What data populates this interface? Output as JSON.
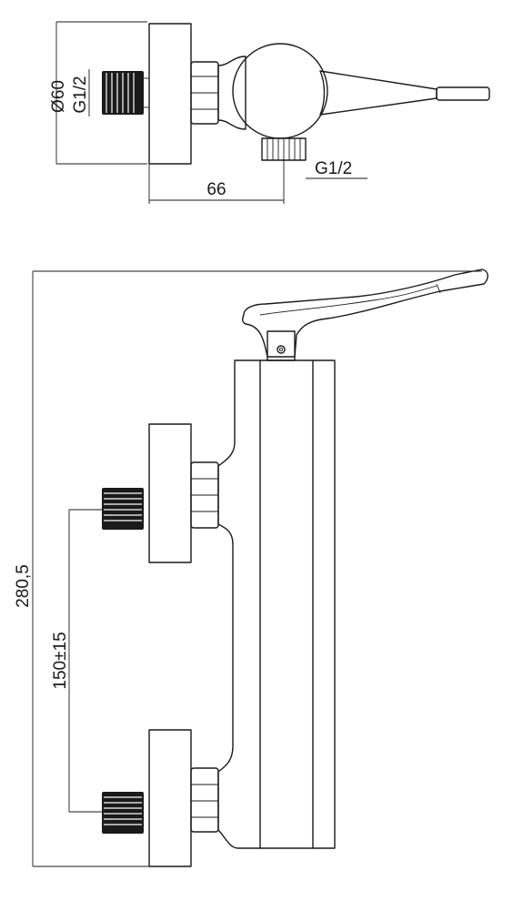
{
  "dimensions": {
    "top_diameter": "Ø60",
    "top_inlet_thread": "G1/2",
    "top_outlet_thread": "G1/2",
    "top_depth": "66",
    "side_height": "280,5",
    "side_spacing": "150±15"
  },
  "colors": {
    "line": "#1a1a1a",
    "background": "#ffffff"
  }
}
